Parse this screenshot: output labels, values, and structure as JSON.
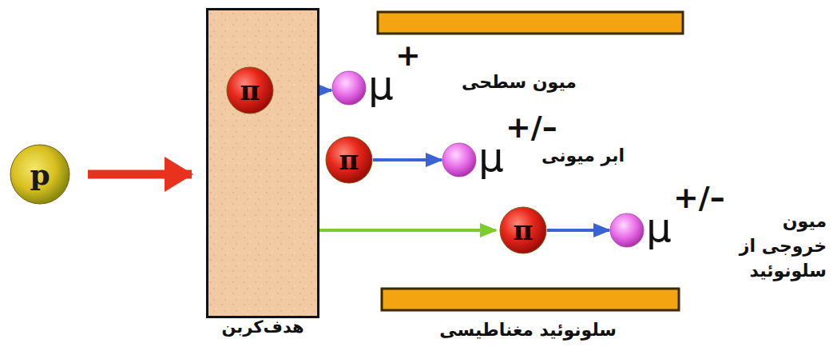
{
  "diagram": {
    "nodes": [
      {
        "text": [
          "p"
        ]
      },
      {
        "text": [
          "هدف‌کربن"
        ]
      },
      {
        "text": [
          "π"
        ],
        "in": 1
      },
      {
        "text": [
          "μ",
          "+"
        ]
      },
      {
        "text": [
          "π"
        ]
      },
      {
        "text": [
          "μ",
          "+/–"
        ]
      },
      {
        "text": [
          "π"
        ]
      },
      {
        "text": [
          "μ",
          "+/–"
        ]
      }
    ],
    "edges": [
      {
        "from": 0,
        "to": 1,
        "arrow": "to"
      },
      {
        "from": 2,
        "to": 3,
        "arrow": "to"
      },
      {
        "from": 4,
        "to": 5,
        "arrow": "to"
      },
      {
        "from": 1,
        "to": 6,
        "arrow": "to"
      },
      {
        "from": 6,
        "to": 7,
        "arrow": "to"
      }
    ],
    "labels": [
      "میون سطحی",
      "ابر میونی",
      "میون خروجی از سلونوئید",
      "سلونوئید مغناطیسی"
    ]
  }
}
